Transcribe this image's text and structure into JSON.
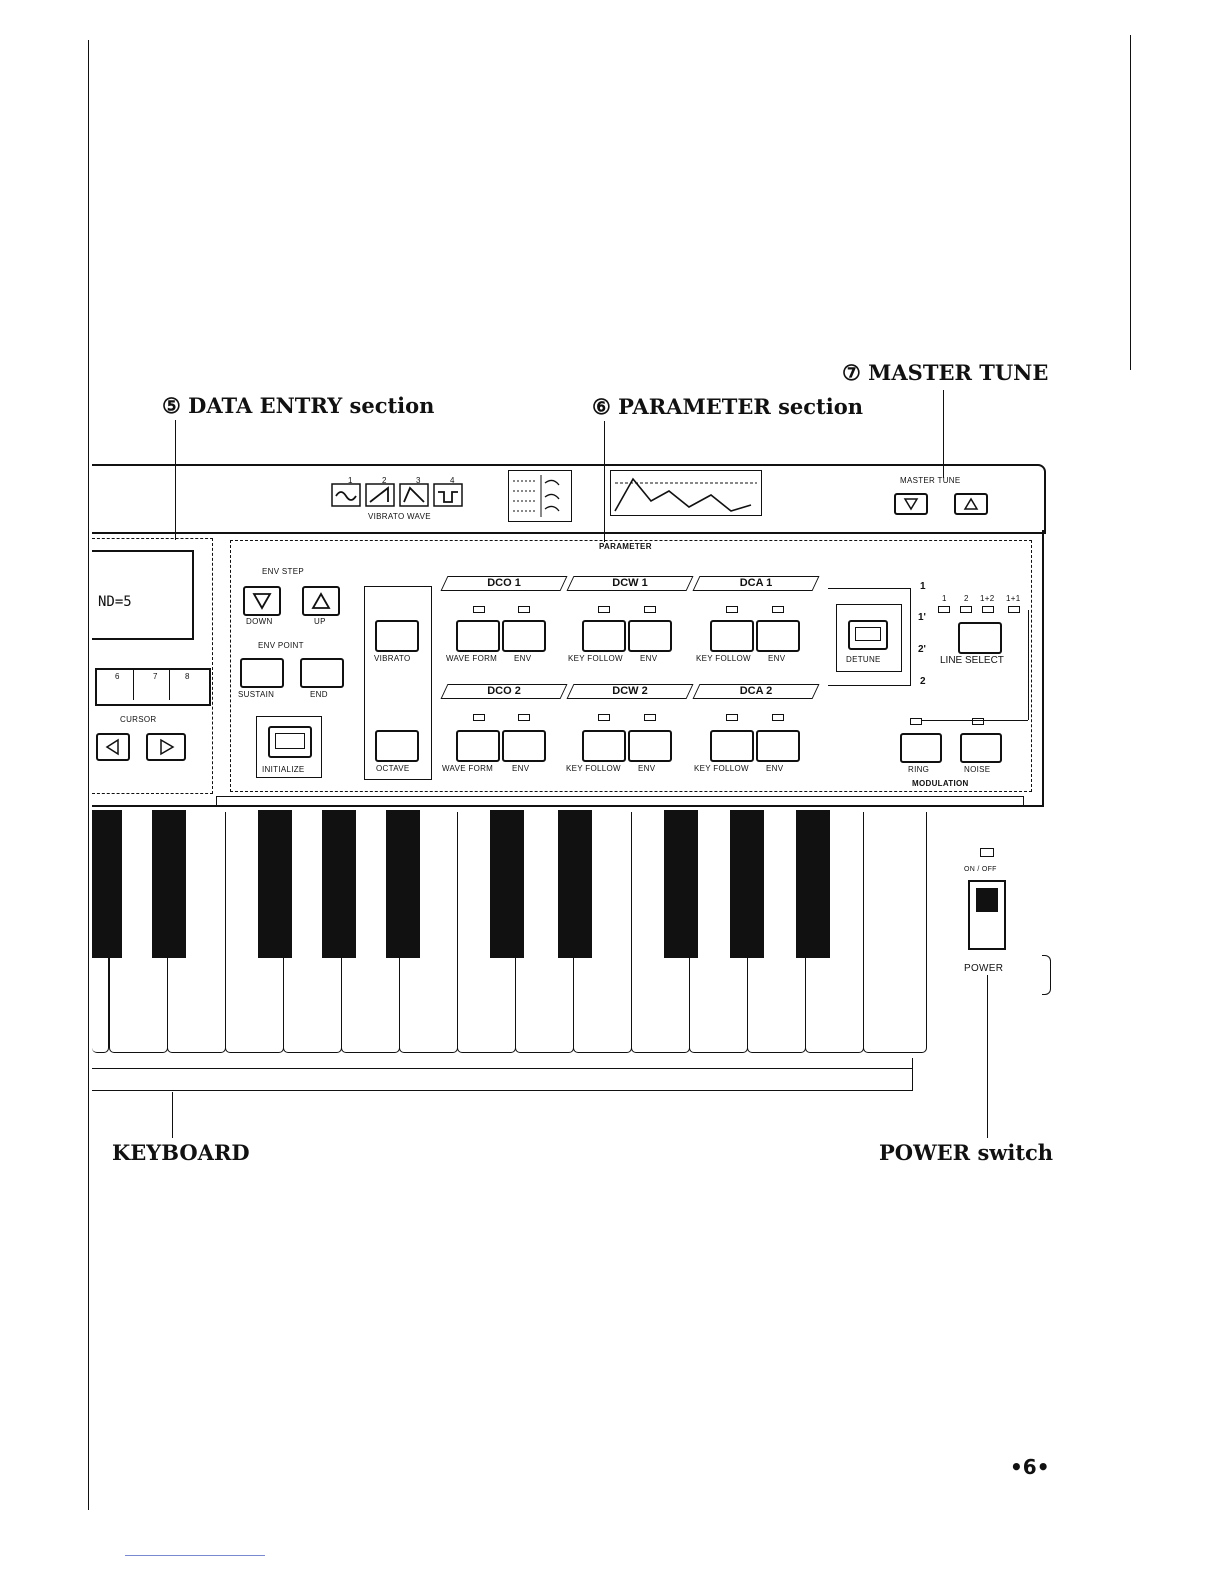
{
  "callouts": {
    "master_tune": {
      "number": "⑦",
      "label": "MASTER TUNE"
    },
    "data_entry": {
      "number": "⑤",
      "label": "DATA ENTRY section"
    },
    "parameter": {
      "number": "⑥",
      "label": "PARAMETER section"
    },
    "keyboard": "KEYBOARD",
    "power_switch": "POWER switch"
  },
  "top_panel": {
    "vibrato_wave": "VIBRATO WAVE",
    "vibrato_numbers": [
      "1",
      "2",
      "3",
      "4"
    ],
    "master_tune_label": "MASTER TUNE"
  },
  "data_entry": {
    "display_text": "ND=5",
    "cursor_label": "CURSOR",
    "wave_numbers": [
      "6",
      "7",
      "8"
    ]
  },
  "parameter_panel": {
    "title": "PARAMETER",
    "env_step": "ENV STEP",
    "down": "DOWN",
    "up": "UP",
    "env_point": "ENV POINT",
    "sustain": "SUSTAIN",
    "end": "END",
    "initialize": "INITIALIZE",
    "vibrato": "VIBRATO",
    "octave": "OCTAVE",
    "line1_tabs": [
      "DCO 1",
      "DCW 1",
      "DCA 1"
    ],
    "line2_tabs": [
      "DCO 2",
      "DCW 2",
      "DCA 2"
    ],
    "wave_form": "WAVE FORM",
    "env": "ENV",
    "key_follow": "KEY FOLLOW",
    "detune": "DETUNE",
    "line_select": "LINE SELECT",
    "line_numbers": [
      "1",
      "2",
      "1+2",
      "1+1"
    ],
    "line_markers": [
      "1",
      "1'",
      "2'",
      "2"
    ],
    "ring": "RING",
    "noise": "NOISE",
    "modulation": "MODULATION"
  },
  "power": {
    "label": "POWER",
    "on_off": "ON / OFF"
  },
  "page_number": "•6•"
}
